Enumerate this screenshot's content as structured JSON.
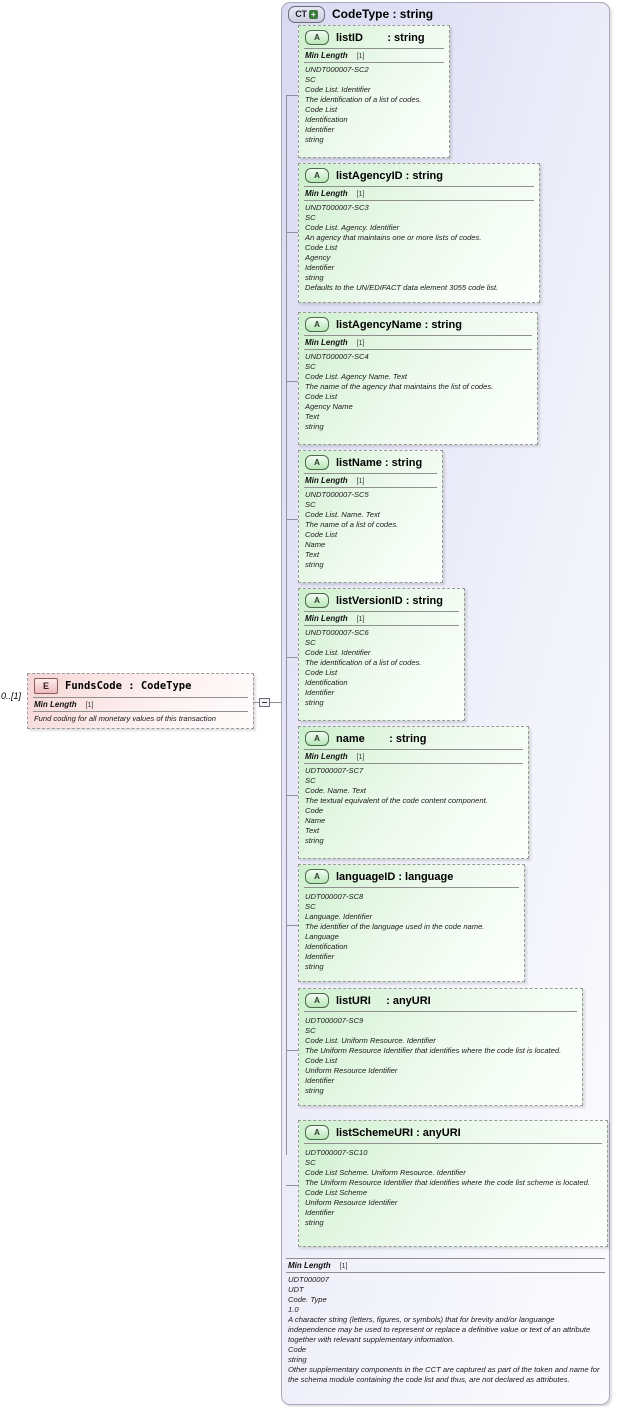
{
  "diagram": {
    "title": "XSD Schema Diagram - FundsCode : CodeType",
    "root_type": {
      "badge": "CT",
      "badge_expand": "+",
      "label": "CodeType : string",
      "name": "CodeType",
      "type": "string"
    },
    "element": {
      "badge": "E",
      "label": "FundsCode : CodeType",
      "name": "FundsCode",
      "type": "CodeType",
      "occurrence": "0..[1]",
      "facet_label": "Min Length",
      "facet_value": "[1]",
      "doc": "Fund coding for all monetary values of this transaction"
    },
    "attributes": [
      {
        "badge": "A",
        "label": "listID        : string",
        "name": "listID",
        "type": "string",
        "facet_label": "Min Length",
        "facet_value": "[1]",
        "doc_lines": [
          "UNDT000007-SC2",
          "SC",
          "Code List. Identifier",
          "The identification of a list of codes.",
          "Code List",
          "Identification",
          "Identifier",
          "string"
        ]
      },
      {
        "badge": "A",
        "label": "listAgencyID : string",
        "name": "listAgencyID",
        "type": "string",
        "facet_label": "Min Length",
        "facet_value": "[1]",
        "doc_lines": [
          "UNDT000007-SC3",
          "SC",
          "Code List. Agency. Identifier",
          "An agency that maintains one or more lists of codes.",
          "Code List",
          "Agency",
          "Identifier",
          "string",
          "Defaults to the UN/EDIFACT data element 3055 code list."
        ]
      },
      {
        "badge": "A",
        "label": "listAgencyName : string",
        "name": "listAgencyName",
        "type": "string",
        "facet_label": "Min Length",
        "facet_value": "[1]",
        "doc_lines": [
          "UNDT000007-SC4",
          "SC",
          "Code List. Agency Name. Text",
          "The name of the agency that maintains the list of codes.",
          "Code List",
          "Agency Name",
          "Text",
          "string"
        ]
      },
      {
        "badge": "A",
        "label": "listName : string",
        "name": "listName",
        "type": "string",
        "facet_label": "Min Length",
        "facet_value": "[1]",
        "doc_lines": [
          "UNDT000007-SC5",
          "SC",
          "Code List. Name. Text",
          "The name of a list of codes.",
          "Code List",
          "Name",
          "Text",
          "string"
        ]
      },
      {
        "badge": "A",
        "label": "listVersionID : string",
        "name": "listVersionID",
        "type": "string",
        "facet_label": "Min Length",
        "facet_value": "[1]",
        "doc_lines": [
          "UNDT000007-SC6",
          "SC",
          "Code List. Identifier",
          "The identification of a list of codes.",
          "Code List",
          "Identification",
          "Identifier",
          "string"
        ]
      },
      {
        "badge": "A",
        "label": "name        : string",
        "name": "name",
        "type": "string",
        "facet_label": "Min Length",
        "facet_value": "[1]",
        "doc_lines": [
          "UDT000007-SC7",
          "SC",
          "Code. Name. Text",
          "The textual equivalent of the code content component.",
          "Code",
          "Name",
          "Text",
          "string"
        ]
      },
      {
        "badge": "A",
        "label": "languageID : language",
        "name": "languageID",
        "type": "language",
        "facet_label": "",
        "facet_value": "",
        "doc_lines": [
          "UDT000007-SC8",
          "SC",
          "Language. Identifier",
          "The identifier of the language used in the code name.",
          "Language",
          "Identification",
          "Identifier",
          "string"
        ]
      },
      {
        "badge": "A",
        "label": "listURI     : anyURI",
        "name": "listURI",
        "type": "anyURI",
        "facet_label": "",
        "facet_value": "",
        "doc_lines": [
          "UDT000007-SC9",
          "SC",
          "Code List. Uniform Resource. Identifier",
          "The Uniform Resource Identifier that identifies where the code list is located.",
          "Code List",
          "Uniform Resource Identifier",
          "Identifier",
          "string"
        ]
      },
      {
        "badge": "A",
        "label": "listSchemeURI : anyURI",
        "name": "listSchemeURI",
        "type": "anyURI",
        "facet_label": "",
        "facet_value": "",
        "doc_lines": [
          "UDT000007-SC10",
          "SC",
          "Code List Scheme. Uniform Resource. Identifier",
          "The Uniform Resource Identifier that identifies where the code list scheme is located.",
          "Code List Scheme",
          "Uniform Resource Identifier",
          "Identifier",
          "string"
        ]
      }
    ],
    "root_footer": {
      "facet_label": "Min Length",
      "facet_value": "[1]",
      "doc_lines": [
        "UDT000007",
        "UDT",
        "Code. Type",
        "1.0",
        "A character string (letters, figures, or symbols) that for brevity and/or languange independence may be used to represent or replace a definitive value or text of an attribute together with relevant supplementary information.",
        "Code",
        "string",
        "Other supplementary components in the CCT are captured as part of the token and name for the schema module containing the code list and thus, are not declared as attributes."
      ]
    },
    "colors": {
      "container_fill": "#e4e4f7",
      "attribute_fill": "#ddf4dd",
      "element_fill": "#fae2e2",
      "border": "#9a9a9a",
      "line": "#8f8f9e"
    }
  }
}
